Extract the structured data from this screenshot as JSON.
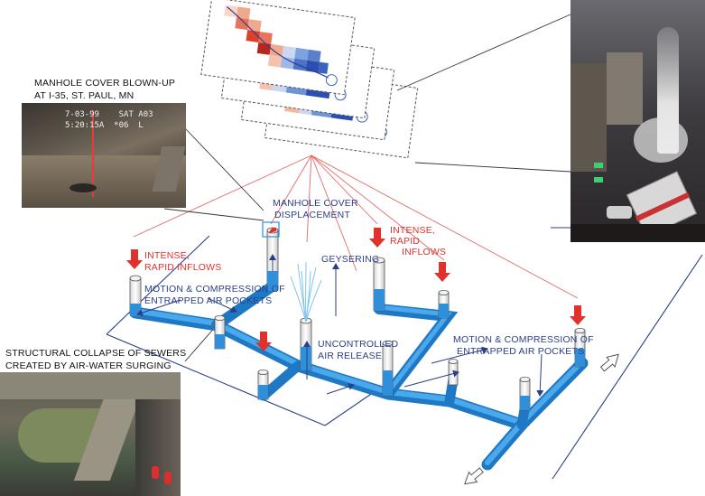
{
  "photos": {
    "manhole": {
      "caption_line1": "MANHOLE COVER BLOWN-UP",
      "caption_line2": "AT I-35, ST. PAUL, MN",
      "stamp_line1": "7-03-99    SAT A03",
      "stamp_line2": "5:20:15A  *06  L"
    },
    "collapse": {
      "caption_line1": "STRUCTURAL COLLAPSE OF SEWERS",
      "caption_line2": "CREATED BY AIR-WATER SURGING"
    },
    "geyser": {}
  },
  "labels": {
    "displacement_line1": "MANHOLE COVER",
    "displacement_line2": "DISPLACEMENT",
    "inflow_left_line1": "INTENSE,",
    "inflow_left_line2": "RAPID INFLOWS",
    "inflow_right_line1": "INTENSE,",
    "inflow_right_line2": "RAPID",
    "inflow_right_line3": "INFLOWS",
    "geysering": "GEYSERING",
    "motion_left_line1": "MOTION & COMPRESSION OF",
    "motion_left_line2": "ENTRAPPED AIR POCKETS",
    "motion_right_line1": "MOTION & COMPRESSION OF",
    "motion_right_line2": "ENTRAPPED AIR POCKETS",
    "uncontrolled_line1": "UNCONTROLLED",
    "uncontrolled_line2": "AIR RELEASE"
  },
  "colors": {
    "pipe": "#2f8fd8",
    "pipe_dark": "#1c6fb5",
    "label_blue": "#2b3f86",
    "label_red": "#e0312c",
    "leader_red": "#e05050"
  }
}
